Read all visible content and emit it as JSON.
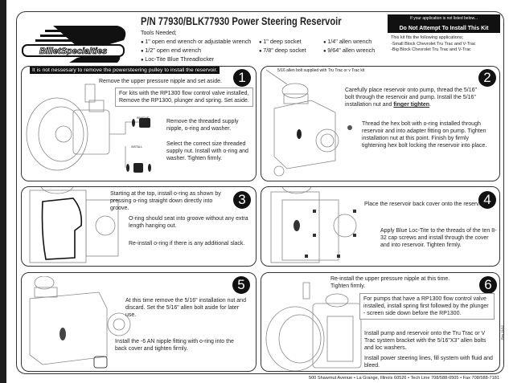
{
  "header": {
    "logo_text": "Billet Specialties",
    "title": "P/N 77930/BLK77930 Power Steering Reservoir",
    "tools_label": "Tools Needed;",
    "tools": [
      "1\" open end wrench or adjustable wrench",
      "1/2\" open end wrench",
      "Loc-Tite Blue Threadlocker",
      "1\" deep socket",
      "7/8\" deep socket",
      "1/4\" allen wrench",
      "9/64\" allen wrench"
    ],
    "warning_small": "If your application is not listed below...",
    "warning_bold": "Do Not Attempt To Install This Kit",
    "fits_label": "This kit fits the following applications;",
    "fits": [
      "-Small Block Chevrolet Tru Trac and V-Trac",
      "-Big Block Chevrolet Tru Trac and V-Trac"
    ]
  },
  "steps": [
    {
      "number": "1",
      "banner": "It is not nessesary to remove the powersteering pulley to install the reservoir.",
      "texts": [
        "Remove the upper pressure nipple and set aside.",
        "For kits with the RP1300 flow control valve installed, Remove the RP1300, plunger and spring. Set aside.",
        "Remove the threaded supply nipple, o-ring and washer.",
        "Select the correct size threaded supply nut. Install with o-ring and washer. Tighten firmly."
      ],
      "labels": [
        "REMOVE",
        "INSTALL"
      ]
    },
    {
      "number": "2",
      "texts": [
        "5/16 allen bolt supplied with Tru Trac or v Trac kit",
        "Carefully place reservoir onto pump, thread the 5/16\" bolt through the reservoir and pump. Install the 5/16\" installation nut and",
        "finger tighten",
        ".",
        "Thread the hex bolt with o-ring installed through reservoir and into adapter fitting on pump. Tighten installation nut at this point. Finish by firmly tightening hex bolt locking the reservoir into place."
      ]
    },
    {
      "number": "3",
      "texts": [
        "Starting at the top, install o-ring as shown by pressing o-ring straight down directly into groove.",
        "O-ring should seat into groove without any extra length hanging out.",
        "Re-install o-ring if there is any additional slack."
      ]
    },
    {
      "number": "4",
      "texts": [
        "Place the reservoir back cover onto the reservoir.",
        "Apply Blue Loc-Tite to the threads of the ten 8-32 cap screws and install through the cover and into reservoir. Tighten firmly."
      ]
    },
    {
      "number": "5",
      "texts": [
        "At this time remove the 5/16\" installation nut and discard. Set the 5/16\" allen bolt aside for later use.",
        "Install the -6 AN nipple fitting with o-ring into the back cover and tighten firmly."
      ]
    },
    {
      "number": "6",
      "texts": [
        "Re-install the upper pressure nipple at this time. Tighten firmly.",
        "For pumps that have a RP1300 flow control valve installed, install spring first followed by the plunger - screen side down before the RP1300.",
        "Install pump and reservoir onto the Tru Trac or V Trac system bracket with the 5/16\"X3\" allen bolts and loc washers.",
        "Install power steering lines, fill system with fluid and bleed."
      ]
    }
  ],
  "footer": "500 Shawmut Avenue • La Grange, Illinois 60526 • Tech Line 708/588-0505 • Fax 708/588-7181",
  "revision": "Rev 11/12"
}
